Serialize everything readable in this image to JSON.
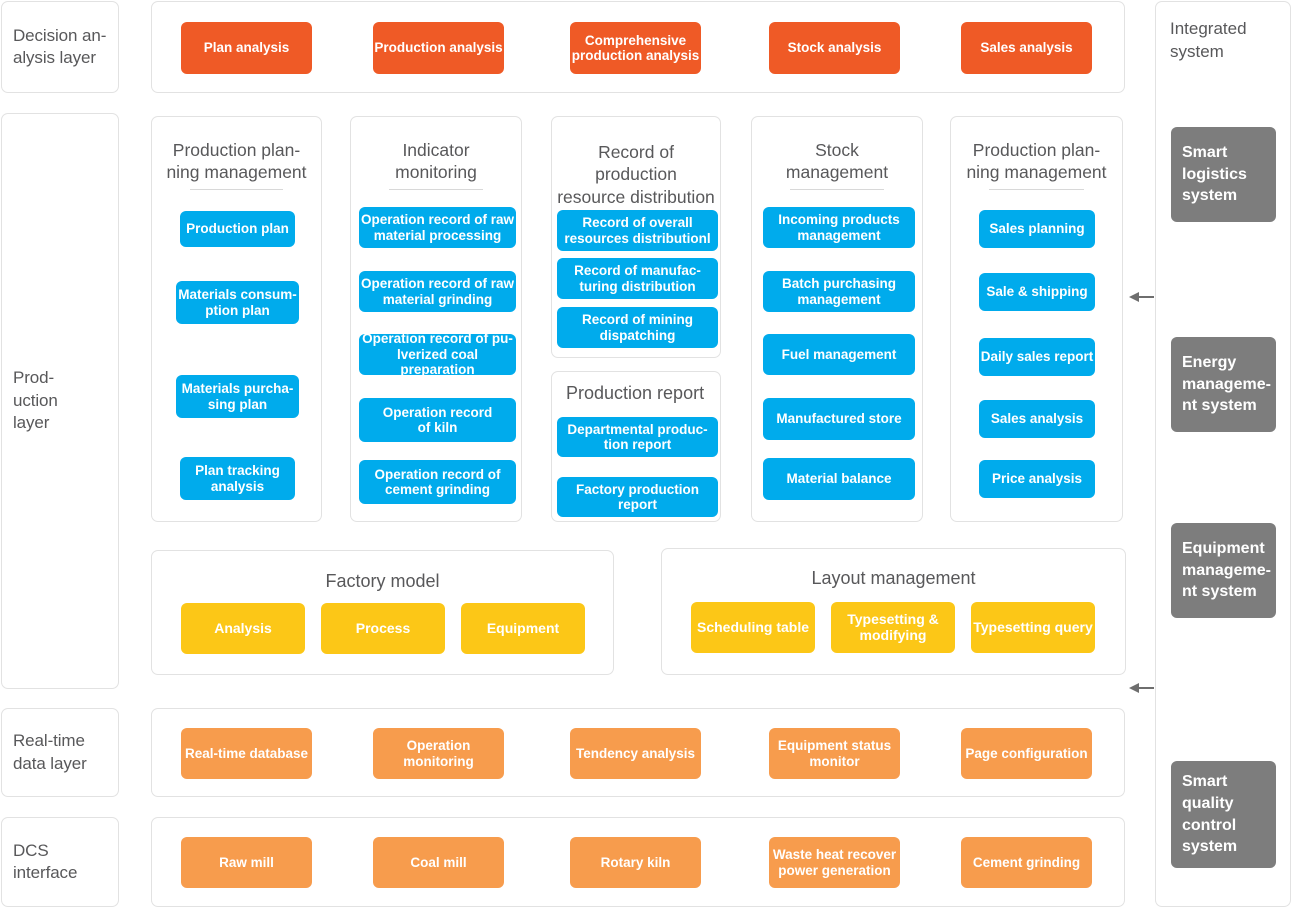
{
  "layers": [
    {
      "id": "decision",
      "label": "Decision an-\nalysis  layer"
    },
    {
      "id": "production",
      "label": "Prod-\nuction\nlayer"
    },
    {
      "id": "realtime",
      "label": "Real-time\ndata layer"
    },
    {
      "id": "dcs",
      "label": "DCS\ninterface"
    }
  ],
  "decision_layer": {
    "items": [
      {
        "label": "Plan analysis"
      },
      {
        "label": "Production analysis"
      },
      {
        "label": "Comprehensive\nproduction analysis"
      },
      {
        "label": "Stock analysis"
      },
      {
        "label": "Sales analysis"
      }
    ]
  },
  "production_layer": {
    "columns": [
      {
        "title": "Production plan-\nning management",
        "items": [
          {
            "label": "Production plan"
          },
          {
            "label": "Materials consum-\nption plan"
          },
          {
            "label": "Materials purcha-\nsing plan"
          },
          {
            "label": "Plan tracking\nanalysis"
          }
        ]
      },
      {
        "title": "Indicator\nmonitoring",
        "items": [
          {
            "label": "Operation record of raw\nmaterial processing"
          },
          {
            "label": "Operation record of raw\nmaterial grinding"
          },
          {
            "label": "Operation record of pu-\nlverized coal preparation"
          },
          {
            "label": "Operation record\nof kiln"
          },
          {
            "label": "Operation record of\ncement grinding"
          }
        ]
      },
      {
        "title": "Record of production\nresource distribution",
        "items": [
          {
            "label": "Record of overall\nresources distributionl"
          },
          {
            "label": "Record of manufac-\nturing distribution"
          },
          {
            "label": "Record of mining\ndispatching"
          }
        ]
      },
      {
        "title": "Stock\nmanagement",
        "items": [
          {
            "label": "Incoming products\nmanagement"
          },
          {
            "label": "Batch purchasing\nmanagement"
          },
          {
            "label": "Fuel management"
          },
          {
            "label": "Manufactured store"
          },
          {
            "label": "Material balance"
          }
        ]
      },
      {
        "title": "Production plan-\nning management",
        "items": [
          {
            "label": "Sales planning"
          },
          {
            "label": "Sale & shipping"
          },
          {
            "label": "Daily sales report"
          },
          {
            "label": "Sales analysis"
          },
          {
            "label": "Price analysis"
          }
        ]
      }
    ],
    "production_report": {
      "title": "Production report",
      "items": [
        {
          "label": "Departmental produc-\ntion report"
        },
        {
          "label": "Factory production\nreport"
        }
      ]
    },
    "factory_model": {
      "title": "Factory model",
      "items": [
        {
          "label": "Analysis"
        },
        {
          "label": "Process"
        },
        {
          "label": "Equipment"
        }
      ]
    },
    "layout_management": {
      "title": "Layout management",
      "items": [
        {
          "label": "Scheduling table"
        },
        {
          "label": "Typesetting &\nmodifying"
        },
        {
          "label": "Typesetting query"
        }
      ]
    }
  },
  "realtime_layer": {
    "items": [
      {
        "label": "Real-time database"
      },
      {
        "label": "Operation monitoring"
      },
      {
        "label": "Tendency analysis"
      },
      {
        "label": "Equipment status\nmonitor"
      },
      {
        "label": "Page configuration"
      }
    ]
  },
  "dcs_layer": {
    "items": [
      {
        "label": "Raw mill"
      },
      {
        "label": "Coal mill"
      },
      {
        "label": "Rotary kiln"
      },
      {
        "label": "Waste heat recover\npower generation"
      },
      {
        "label": "Cement grinding"
      }
    ]
  },
  "integrated_system": {
    "title": "Integrated\nsystem",
    "items": [
      {
        "label": "Smart\nlogistics\nsystem"
      },
      {
        "label": "Energy\nmanageme-\nnt system"
      },
      {
        "label": "Equipment\nmanageme-\nnt system"
      },
      {
        "label": "Smart\nquality\ncontrol\nsystem"
      }
    ]
  },
  "colors": {
    "red": "#ef5a26",
    "blue": "#00abec",
    "yellow": "#fcc717",
    "orange": "#f79c4d",
    "gray_box": "#7d7d7d",
    "panel_border": "#e2e2e2",
    "text_gray": "#58585a"
  }
}
